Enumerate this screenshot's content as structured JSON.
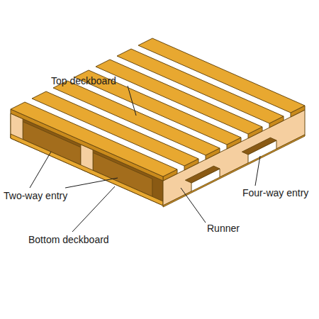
{
  "diagram": {
    "labels": [
      "Top deckboard",
      "Two-way entry",
      "Bottom deckboard",
      "Runner",
      "Four-way entry"
    ]
  }
}
